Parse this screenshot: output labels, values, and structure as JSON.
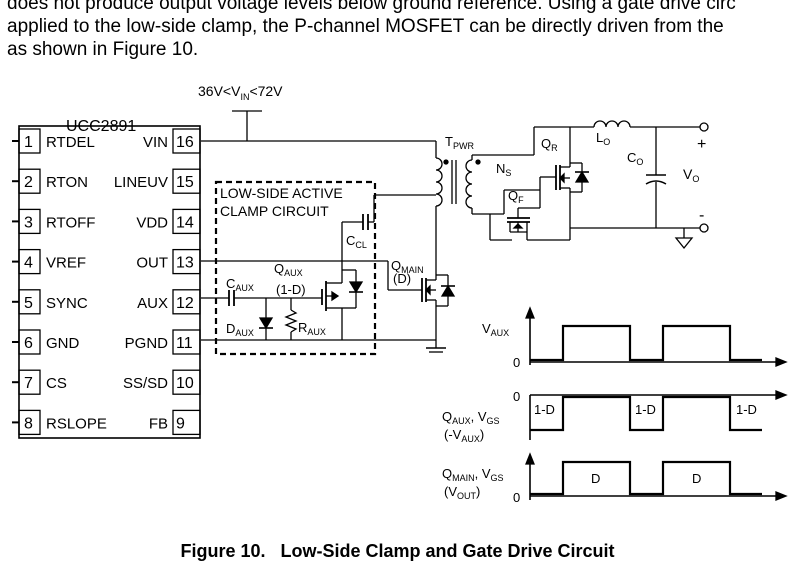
{
  "intro_text": {
    "line1": "does not produce output voltage levels below ground reference. Using a gate drive circ",
    "line2": "applied to the low-side clamp, the P-channel MOSFET can be directly driven from the",
    "line3": "as shown in Figure 10."
  },
  "ic": {
    "name": "UCC2891",
    "pins_left": [
      {
        "num": "1",
        "name": "RTDEL"
      },
      {
        "num": "2",
        "name": "RTON"
      },
      {
        "num": "3",
        "name": "RTOFF"
      },
      {
        "num": "4",
        "name": "VREF"
      },
      {
        "num": "5",
        "name": "SYNC"
      },
      {
        "num": "6",
        "name": "GND"
      },
      {
        "num": "7",
        "name": "CS"
      },
      {
        "num": "8",
        "name": "RSLOPE"
      }
    ],
    "pins_right": [
      {
        "num": "16",
        "name": "VIN"
      },
      {
        "num": "15",
        "name": "LINEUV"
      },
      {
        "num": "14",
        "name": "VDD"
      },
      {
        "num": "13",
        "name": "OUT"
      },
      {
        "num": "12",
        "name": "AUX"
      },
      {
        "num": "11",
        "name": "PGND"
      },
      {
        "num": "10",
        "name": "SS/SD"
      },
      {
        "num": "9",
        "name": "FB"
      }
    ]
  },
  "input_voltage": {
    "pre": "36V<V",
    "sub": "IN",
    "post": "<72V"
  },
  "clamp_box": {
    "line1": "LOW-SIDE ACTIVE",
    "line2": "CLAMP CIRCUIT"
  },
  "components": {
    "c_aux": {
      "main": "C",
      "sub": "AUX"
    },
    "d_aux": {
      "main": "D",
      "sub": "AUX"
    },
    "r_aux": {
      "main": "R",
      "sub": "AUX"
    },
    "q_aux": {
      "main": "Q",
      "sub": "AUX",
      "duty": "(1-D)"
    },
    "c_cl": {
      "main": "C",
      "sub": "CL"
    },
    "q_main": {
      "main": "Q",
      "sub": "MAIN",
      "duty": "(D)"
    },
    "t_pwr": {
      "main": "T",
      "sub": "PWR"
    },
    "n_s": {
      "main": "N",
      "sub": "S"
    },
    "q_r": {
      "main": "Q",
      "sub": "R"
    },
    "q_f": {
      "main": "Q",
      "sub": "F"
    },
    "l_o": {
      "main": "L",
      "sub": "O"
    },
    "c_o": {
      "main": "C",
      "sub": "O"
    },
    "v_o": {
      "main": "V",
      "sub": "O"
    },
    "plus": "+",
    "minus": "-"
  },
  "waveforms": {
    "vaux": {
      "main": "V",
      "sub": "AUX",
      "zero": "0"
    },
    "qaux": {
      "l1_a": "Q",
      "l1_a_sub": "AUX",
      "l1_b": ", V",
      "l1_b_sub": "GS",
      "l2_a": "(-V",
      "l2_sub": "AUX",
      "l2_b": ")",
      "zero": "0",
      "labels": [
        "1-D",
        "1-D",
        "1-D"
      ]
    },
    "qmain": {
      "l1_a": "Q",
      "l1_a_sub": "MAIN",
      "l1_b": ", V",
      "l1_b_sub": "GS",
      "l2_a": "(V",
      "l2_sub": "OUT",
      "l2_b": ")",
      "zero": "0",
      "labels": [
        "D",
        "D"
      ]
    }
  },
  "caption": "Figure 10.   Low-Side Clamp and Gate Drive Circuit"
}
